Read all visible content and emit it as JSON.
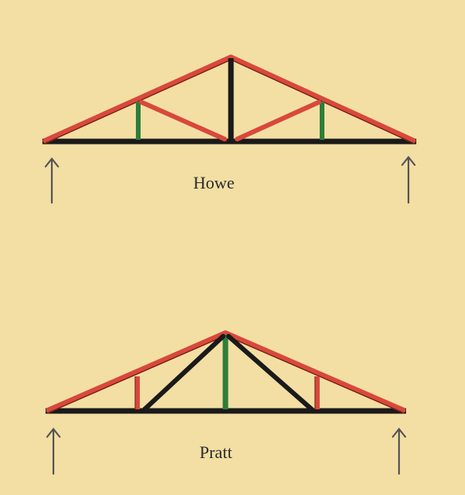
{
  "colors": {
    "background": "#f3dfa4",
    "compression": "#d9483b",
    "tension_chord": "#1a1a1a",
    "vertical_green": "#2e7d3a",
    "arrow": "#555555"
  },
  "trusses": [
    {
      "id": "howe",
      "label": "Howe"
    },
    {
      "id": "pratt",
      "label": "Pratt"
    }
  ]
}
